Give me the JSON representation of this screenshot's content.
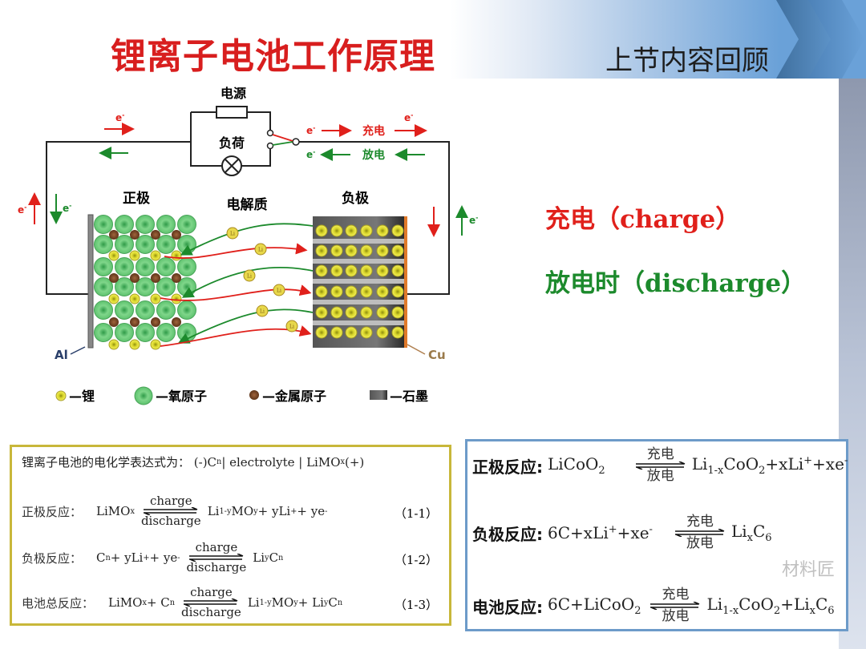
{
  "title": "锂离子电池工作原理",
  "subtitle": "上节内容回顾",
  "modes": {
    "charge": "充电（charge）",
    "discharge": "放电时（discharge）"
  },
  "colors": {
    "title": "#d81e1e",
    "charge": "#e0201b",
    "discharge": "#1c8a2c",
    "oxygen": "#5cc36d",
    "metal": "#7a4a2a",
    "lithium": "#e3e030"
  },
  "diagram": {
    "power_source": "电源",
    "load": "负荷",
    "cathode": "正极",
    "electrolyte": "电解质",
    "anode": "负极",
    "electron": "e",
    "charge": "充电",
    "discharge": "放电",
    "al": "Al",
    "cu": "Cu",
    "ion": "Li",
    "legend": [
      "—锂",
      "—氧原子",
      "—金属原子",
      "—石墨"
    ]
  },
  "left_box": {
    "header": [
      {
        "t": "锂离子电池的电化学表达式为：  (-)C"
      },
      {
        "sub": "n"
      },
      {
        "t": " | electrolyte | LiMO"
      },
      {
        "sub": "x"
      },
      {
        "t": " (+)"
      }
    ],
    "equations": [
      {
        "label": "正极反应：",
        "lhs": [
          {
            "t": "LiMO"
          },
          {
            "sub": "x"
          }
        ],
        "top": "charge",
        "bottom": "discharge",
        "rhs": [
          {
            "t": "Li"
          },
          {
            "sub": "1-y"
          },
          {
            "t": "MO"
          },
          {
            "sub": "y"
          },
          {
            "t": " + yLi"
          },
          {
            "sup": "+"
          },
          {
            "t": " + ye"
          },
          {
            "sup": "-"
          }
        ],
        "num": "（1-1）"
      },
      {
        "label": "负极反应：",
        "lhs": [
          {
            "t": "C"
          },
          {
            "sub": "n"
          },
          {
            "t": " + yLi"
          },
          {
            "sup": "+"
          },
          {
            "t": " + ye"
          },
          {
            "sup": "-"
          }
        ],
        "top": "charge",
        "bottom": "discharge",
        "rhs": [
          {
            "t": "Li"
          },
          {
            "sub": "y"
          },
          {
            "t": "C"
          },
          {
            "sub": "n"
          }
        ],
        "num": "（1-2）"
      },
      {
        "label": "电池总反应：",
        "lhs": [
          {
            "t": "LiMO"
          },
          {
            "sub": "x"
          },
          {
            "t": " + C"
          },
          {
            "sub": "n"
          }
        ],
        "top": "charge",
        "bottom": "discharge",
        "rhs": [
          {
            "t": "Li"
          },
          {
            "sub": "1-y"
          },
          {
            "t": "MO"
          },
          {
            "sub": "y"
          },
          {
            "t": " + Li"
          },
          {
            "sub": "y"
          },
          {
            "t": "C"
          },
          {
            "sub": "n"
          }
        ],
        "num": "（1-3）"
      }
    ]
  },
  "right_box": {
    "equations": [
      {
        "label": "正极反应:",
        "lhs": [
          {
            "t": "LiCoO"
          },
          {
            "sub": "2"
          }
        ],
        "top": "充电",
        "bottom": "放电",
        "rhs": [
          {
            "t": "Li"
          },
          {
            "sub": "1-x"
          },
          {
            "t": "CoO"
          },
          {
            "sub": "2"
          },
          {
            "t": "+xLi"
          },
          {
            "sup": "+"
          },
          {
            "t": "+xe"
          },
          {
            "sup": "-"
          }
        ]
      },
      {
        "label": "负极反应:",
        "lhs": [
          {
            "t": "6C+xLi"
          },
          {
            "sup": "+"
          },
          {
            "t": "+xe"
          },
          {
            "sup": "-"
          }
        ],
        "top": "充电",
        "bottom": "放电",
        "rhs": [
          {
            "t": "Li"
          },
          {
            "sub": "x"
          },
          {
            "t": "C"
          },
          {
            "sub": "6"
          }
        ]
      },
      {
        "label": "电池反应:",
        "lhs": [
          {
            "t": "6C+LiCoO"
          },
          {
            "sub": "2"
          }
        ],
        "top": "充电",
        "bottom": "放电",
        "rhs": [
          {
            "t": "Li"
          },
          {
            "sub": "1-x"
          },
          {
            "t": "CoO"
          },
          {
            "sub": "2"
          },
          {
            "t": "+Li"
          },
          {
            "sub": "x"
          },
          {
            "t": "C"
          },
          {
            "sub": "6"
          }
        ]
      }
    ],
    "watermark": "材料匠"
  }
}
